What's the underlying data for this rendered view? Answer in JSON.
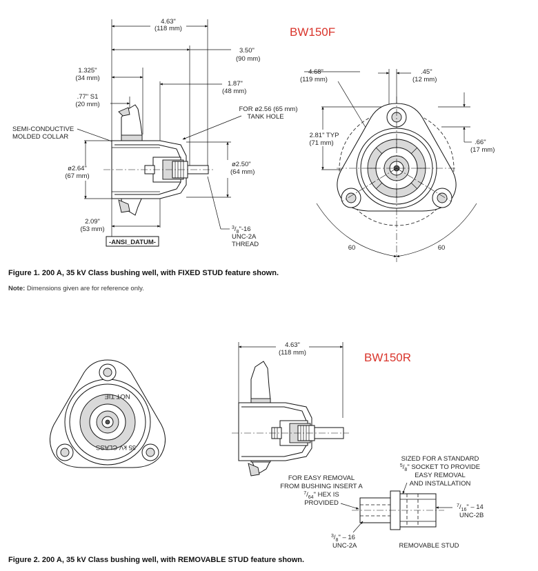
{
  "figure1": {
    "model_tag": "BW150F",
    "caption": "Figure 1. 200 A, 35 kV Class bushing well, with FIXED STUD feature shown.",
    "note_label": "Note:",
    "note_text": "Dimensions given are for reference only.",
    "side_view": {
      "dim_overall": {
        "in": "4.63\"",
        "mm": "(118 mm)"
      },
      "dim_350": {
        "in": "3.50\"",
        "mm": "(90 mm)"
      },
      "dim_1325": {
        "in": "1.325\"",
        "mm": "(34 mm)"
      },
      "dim_187": {
        "in": "1.87\"",
        "mm": "(48 mm)"
      },
      "dim_77": {
        "in": ".77\" S1",
        "mm": "(20 mm)"
      },
      "tank_hole": {
        "line1": "FOR ø2.56 (65 mm)",
        "line2": "TANK HOLE"
      },
      "collar": {
        "line1": "SEMI-CONDUCTIVE",
        "line2": "MOLDED COLLAR"
      },
      "dim_264": {
        "in": "ø2.64\"",
        "mm": "(67 mm)"
      },
      "dim_250": {
        "in": "ø2.50\"",
        "mm": "(64 mm)"
      },
      "dim_209": {
        "in": "2.09\"",
        "mm": "(53 mm)"
      },
      "thread": {
        "num": "3",
        "den": "8",
        "line1_rest": "\"-16",
        "line2": "UNC-2A",
        "line3": "THREAD"
      },
      "datum": "-ANSI_DATUM-"
    },
    "front_view": {
      "dim_468": {
        "in": "4.68\"",
        "mm": "(119 mm)"
      },
      "dim_45": {
        "in": ".45\"",
        "mm": "(12 mm)"
      },
      "dim_281": {
        "in": "2.81\" TYP",
        "mm": "(71 mm)"
      },
      "dim_66": {
        "in": ".66\"",
        "mm": "(17 mm)"
      },
      "angle_left": "60",
      "angle_right": "60"
    }
  },
  "figure2": {
    "model_tag": "BW150R",
    "caption": "Figure 2. 200 A, 35 kV Class bushing well, with REMOVABLE STUD feature shown.",
    "front_view_text": {
      "line1": "NOT TIE",
      "line2": "35 kV CLASS"
    },
    "side_view": {
      "dim_overall": {
        "in": "4.63\"",
        "mm": "(118 mm)"
      }
    },
    "stud_detail": {
      "socket": {
        "line1": "SIZED FOR A STANDARD",
        "num": "5",
        "den": "8",
        "line2_rest": "\" SOCKET TO PROVIDE",
        "line3": "EASY REMOVAL",
        "line4": "AND INSTALLATION"
      },
      "hex": {
        "line1": "FOR EASY REMOVAL",
        "line2": "FROM BUSHING INSERT A",
        "num": "7",
        "den": "64",
        "line3_rest": "\" HEX IS",
        "line4": "PROVIDED"
      },
      "right_thread": {
        "num": "7",
        "den": "16",
        "line1_rest": "\" – 14",
        "line2": "UNC-2B"
      },
      "left_thread": {
        "num": "3",
        "den": "8",
        "line1_rest": "\" – 16",
        "line2": "UNC-2A"
      },
      "label": "REMOVABLE STUD"
    }
  }
}
